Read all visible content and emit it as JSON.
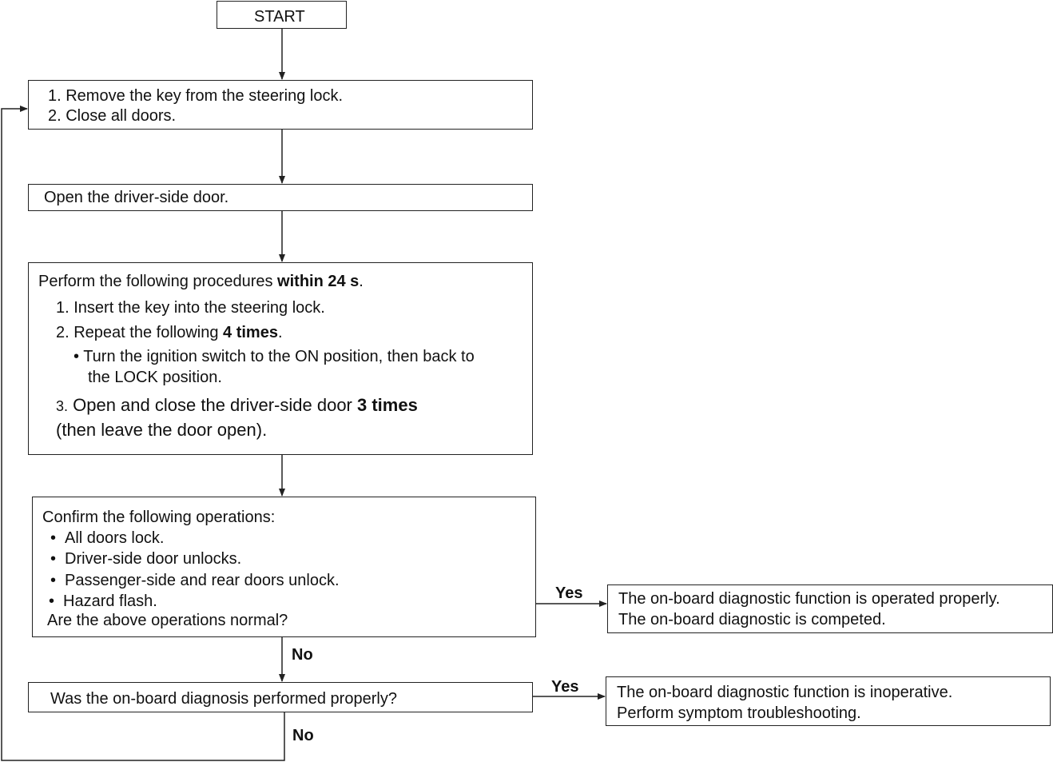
{
  "start": {
    "label": "START"
  },
  "step1": {
    "line1": "1. Remove the key from the steering lock.",
    "line2": "2. Close all doors."
  },
  "step2": {
    "text": "Open the driver-side door."
  },
  "step3": {
    "intro": "Perform the following procedures ",
    "intro_bold": "within 24 s",
    "intro_end": ".",
    "item1": "1. Insert the key into the steering lock.",
    "item2": "2. Repeat the following ",
    "item2_bold": "4 times",
    "item2_end": ".",
    "bullet": "• Turn the ignition switch to the ON position, then back to",
    "bullet_cont": "the LOCK position.",
    "item3_num": "3.",
    "item3": " Open and close the driver-side door ",
    "item3_bold": "3 times",
    "item3_cont": "(then leave the door open)."
  },
  "step4": {
    "intro": "Confirm the following operations:",
    "bullets": [
      "All doors lock.",
      "Driver-side door unlocks.",
      "Passenger-side and rear doors unlock.",
      "Hazard flash."
    ],
    "bullet_mark": "•",
    "question": "Are the above operations normal?"
  },
  "result1": {
    "line1": "The on-board diagnostic function is operated properly.",
    "line2": "The on-board diagnostic is competed."
  },
  "step5": {
    "text": "Was the on-board diagnosis performed properly?"
  },
  "result2": {
    "line1": "The on-board diagnostic function is inoperative.",
    "line2": "Perform symptom troubleshooting."
  },
  "labels": {
    "yes1": "Yes",
    "no1": "No",
    "yes2": "Yes",
    "no2": "No"
  }
}
